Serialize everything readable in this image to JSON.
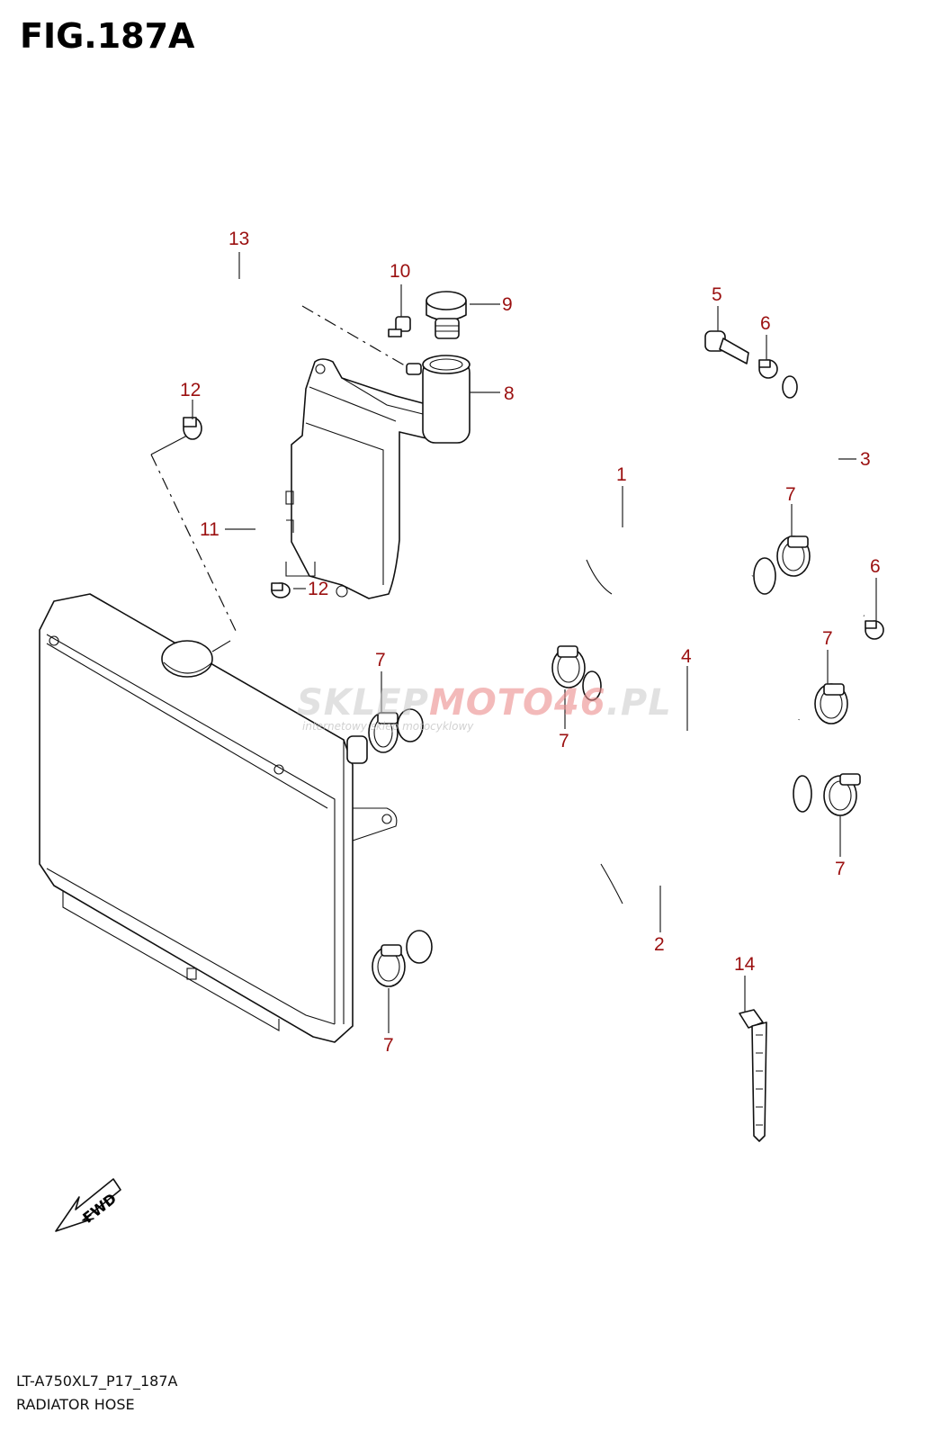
{
  "title": "FIG.187A",
  "footer": {
    "code": "LT-A750XL7_P17_187A",
    "caption": "RADIATOR HOSE"
  },
  "watermark": {
    "main_a": "SKLEP",
    "main_b": "MOTO46",
    "main_c": ".PL",
    "sub": "internetowy sklep motocyklowy"
  },
  "fwd_label": "FWD",
  "callouts": {
    "c1": "1",
    "c2": "2",
    "c3": "3",
    "c4": "4",
    "c5": "5",
    "c6a": "6",
    "c6b": "6",
    "c7a": "7",
    "c7b": "7",
    "c7c": "7",
    "c7d": "7",
    "c7e": "7",
    "c8": "8",
    "c9": "9",
    "c10": "10",
    "c11": "11",
    "c12a": "12",
    "c12b": "12",
    "c13": "13",
    "c14": "14"
  },
  "colors": {
    "callout": "#9b1010",
    "line": "#111111"
  }
}
